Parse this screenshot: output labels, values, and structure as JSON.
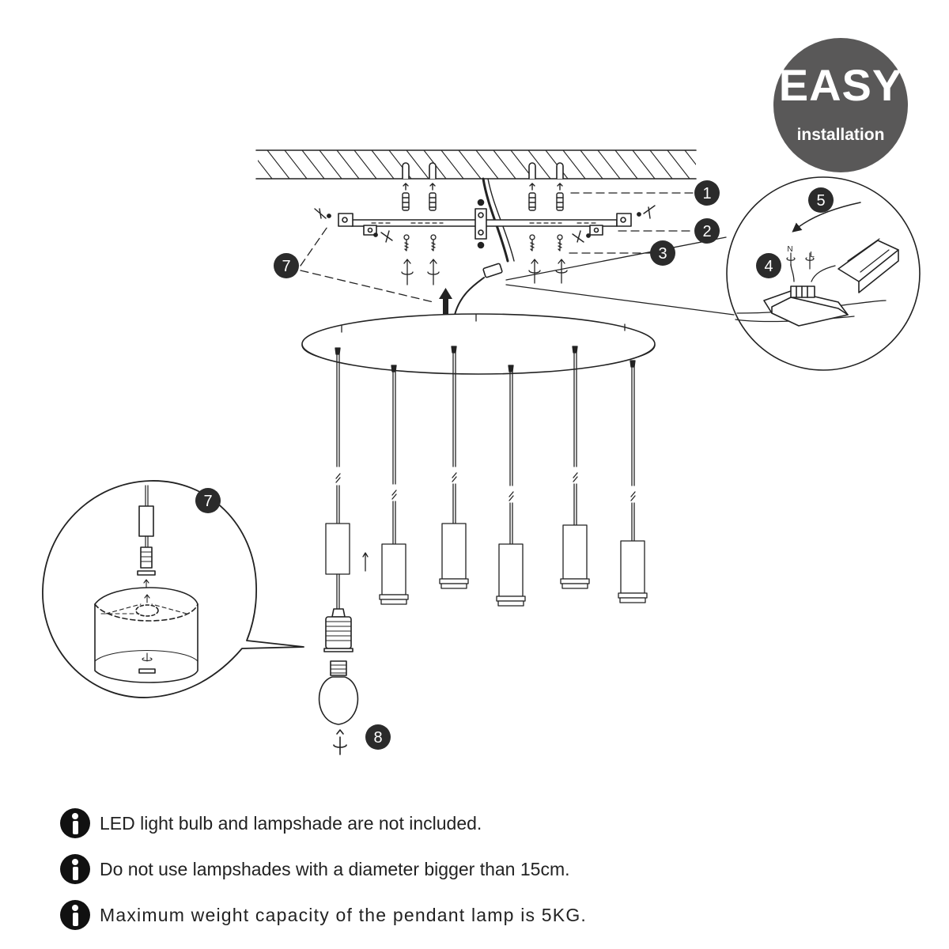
{
  "badge": {
    "title": "EASY",
    "subtitle": "installation"
  },
  "steps": {
    "s1": "1",
    "s2": "2",
    "s3": "3",
    "s4": "4",
    "s5": "5",
    "s7a": "7",
    "s7b": "7",
    "s8": "8"
  },
  "wiring": {
    "neutral": "N",
    "live": "L"
  },
  "notes": [
    {
      "text": "LED light bulb and lampshade are not included."
    },
    {
      "text": "Do not use lampshades with a diameter bigger than 15cm."
    },
    {
      "text": "Maximum weight capacity of the pendant lamp is 5KG."
    }
  ]
}
